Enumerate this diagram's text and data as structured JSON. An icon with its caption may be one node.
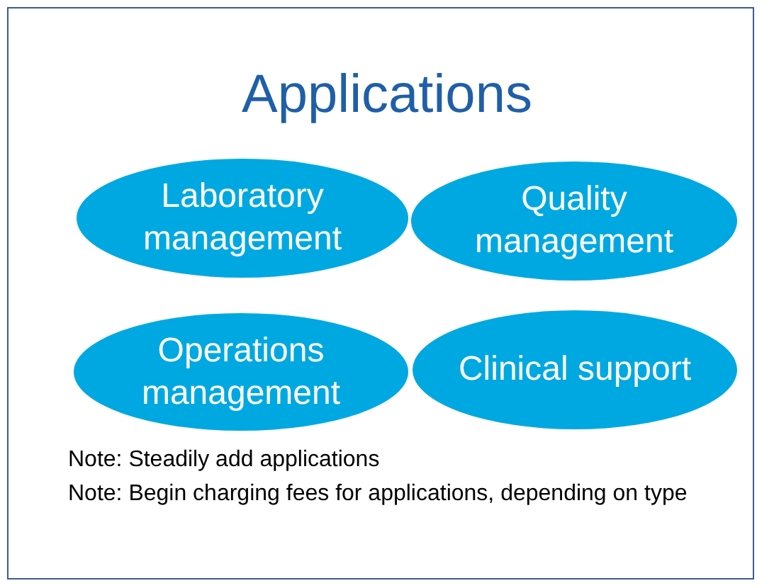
{
  "diagram": {
    "title": "Applications",
    "nodes": [
      {
        "text": [
          "Laboratory management"
        ]
      },
      {
        "text": [
          "Quality management"
        ]
      },
      {
        "text": [
          "Operations management"
        ]
      },
      {
        "text": [
          "Clinical support"
        ]
      }
    ],
    "labels": [
      "Note: Steadily add applications",
      "Note: Begin charging fees for applications, depending on type"
    ]
  }
}
